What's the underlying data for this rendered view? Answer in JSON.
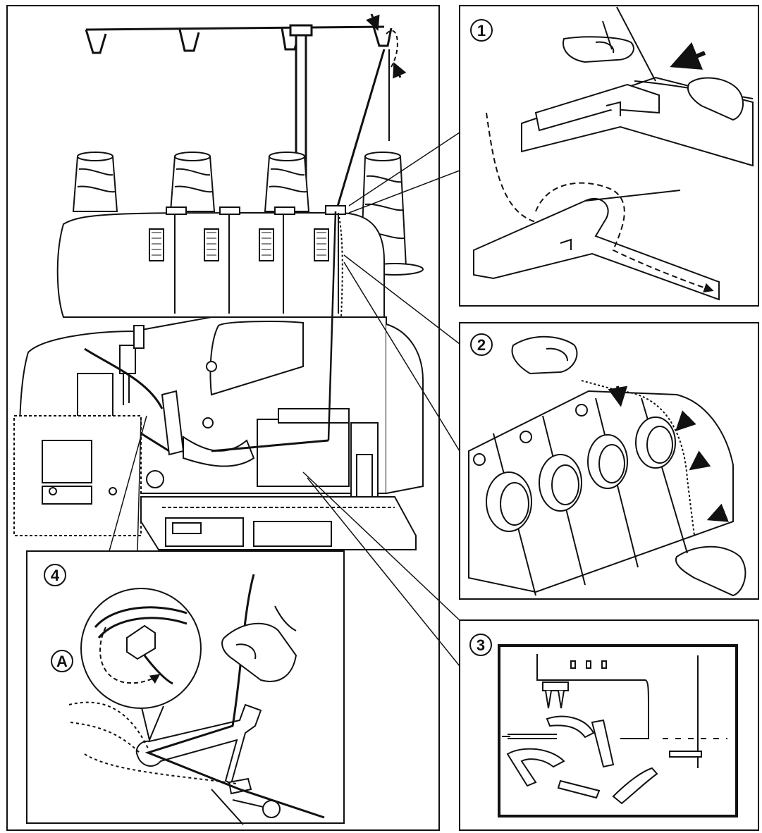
{
  "colors": {
    "ink": "#111111",
    "paper": "#ffffff",
    "thread": "#1a1a1a"
  },
  "steps": [
    {
      "id": "1",
      "label": "①"
    },
    {
      "id": "2",
      "label": "②"
    },
    {
      "id": "3",
      "label": "③"
    },
    {
      "id": "4",
      "label": "④"
    }
  ],
  "detail_marker": {
    "label": "A"
  },
  "icons": [
    "step-1-badge",
    "step-2-badge",
    "step-3-badge",
    "step-4-badge",
    "detail-a-badge",
    "arrow-icon",
    "thread-spool-icon",
    "hand-icon"
  ]
}
